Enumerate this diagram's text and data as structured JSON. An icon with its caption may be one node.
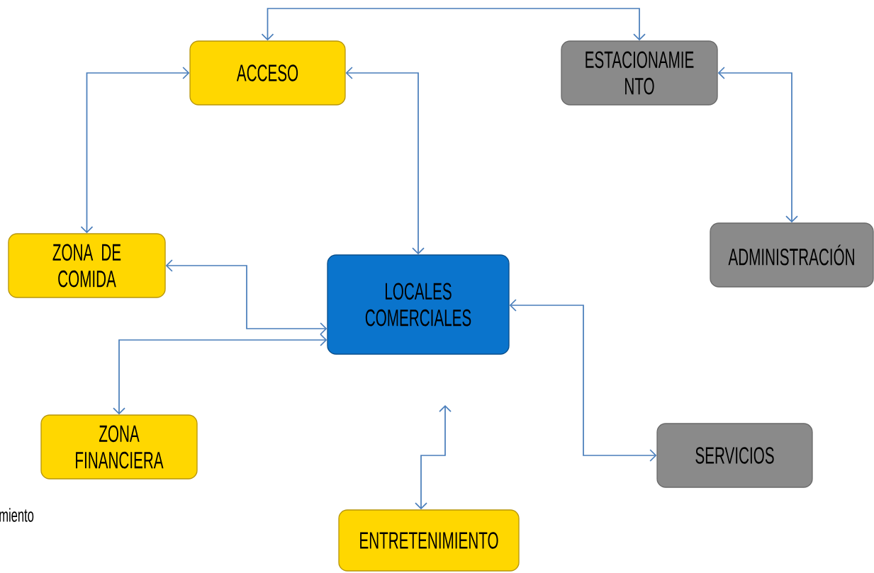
{
  "diagram": {
    "nodes": [
      {
        "text": [
          "ACCESO"
        ]
      },
      {
        "text": [
          "ESTACIONAMIE NTO"
        ]
      },
      {
        "text": [
          "ZONA DE COMIDA"
        ]
      },
      {
        "text": [
          "LOCALES COMERCIALES"
        ]
      },
      {
        "text": [
          "ADMINISTRACIÓN"
        ]
      },
      {
        "text": [
          "ZONA FINANCIERA"
        ]
      },
      {
        "text": [
          "SERVICIOS"
        ]
      },
      {
        "text": [
          "ENTRETENIMIENTO"
        ]
      }
    ],
    "edges": [
      {
        "from": 0,
        "to": 1,
        "arrow": "both"
      },
      {
        "from": 0,
        "to": 2,
        "arrow": "both"
      },
      {
        "from": 0,
        "to": 3,
        "arrow": "both"
      },
      {
        "from": 1,
        "to": 4,
        "arrow": "both"
      },
      {
        "from": 2,
        "to": 3,
        "arrow": "both"
      },
      {
        "from": 3,
        "to": 5,
        "arrow": "both"
      },
      {
        "from": 3,
        "to": 6,
        "arrow": "both"
      },
      {
        "from": 7,
        "to": null,
        "arrow": "both"
      }
    ],
    "labels": [
      "miento"
    ]
  }
}
